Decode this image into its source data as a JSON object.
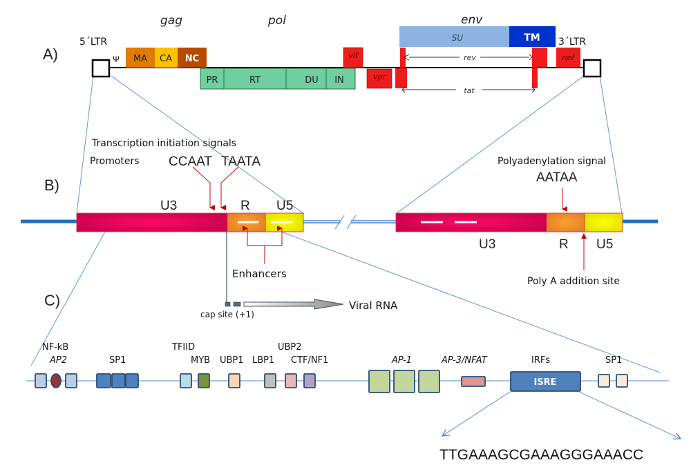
{
  "panels": {
    "a": "A)",
    "b": "B)",
    "c": "C)"
  },
  "genome": {
    "ltr5": "5´LTR",
    "ltr3": "3´LTR",
    "psi": "Ψ",
    "gene_labels": {
      "gag": "gag",
      "pol": "pol",
      "env": "env"
    },
    "gag_domains": [
      {
        "label": "MA",
        "color": "#e07a00"
      },
      {
        "label": "CA",
        "color": "#ffc000"
      },
      {
        "label": "NC",
        "color": "#b84a00"
      }
    ],
    "pol_domains": [
      {
        "label": "PR",
        "color": "#6fcf9f"
      },
      {
        "label": "RT",
        "color": "#6fcf9f"
      },
      {
        "label": "DU",
        "color": "#6fcf9f"
      },
      {
        "label": "IN",
        "color": "#6fcf9f"
      }
    ],
    "accessory": {
      "vif": "vif",
      "vpr": "vpr",
      "nef": "nef",
      "rev": "rev",
      "tat": "tat"
    },
    "env_domains": [
      {
        "label": "SU",
        "color": "#8db3e2"
      },
      {
        "label": "TM",
        "color": "#0033cc"
      }
    ],
    "accessory_color": "#ee1c1c"
  },
  "ltr": {
    "left": {
      "u3": "U3",
      "r": "R",
      "u5": "U5",
      "transcription_label": "Transcription initiation signals",
      "promoters_label": "Promoters",
      "ccaat": "CCAAT",
      "taata": "TAATA",
      "enhancers": "Enhancers",
      "cap_site": "cap site (+1)",
      "viral_rna": "Viral RNA"
    },
    "right": {
      "u3": "U3",
      "r": "R",
      "u5": "U5",
      "polyadenylation_label": "Polyadenylation signal",
      "aataa": "AATAA",
      "poly_a_site": "Poly A addition site"
    },
    "colors": {
      "u3": "#d4004f",
      "r": "#f0902c",
      "u5": "#f0f000",
      "dna": "#1f6fc0"
    }
  },
  "u3_elements": {
    "labels": {
      "nfkb": "NF-kB",
      "ap2": "AP2",
      "sp1_a": "SP1",
      "tfiid": "TFIID",
      "myb": "MYB",
      "ubp1": "UBP1",
      "lbp1": "LBP1",
      "ubp2": "UBP2",
      "ctf": "CTF/NF1",
      "ap1": "AP-1",
      "ap3": "AP-3/NFAT",
      "irfs": "IRFs",
      "isre": "ISRE",
      "sp1_b": "SP1"
    },
    "colors": {
      "nfkb": "#b9cde5",
      "ap2": "#953735",
      "sp1": "#4f81bd",
      "tfiid": "#b7dee8",
      "myb": "#77933c",
      "ubp1": "#fcd5b5",
      "lbp1": "#bfbfbf",
      "ubp2": "#e6b9b8",
      "ctf": "#b3a2c7",
      "ap1": "#c3d69b",
      "ap3": "#d99694",
      "isre": "#4f81bd",
      "sp1b": "#fde9d9"
    },
    "isre_sequence": "TTGAAAGCGAAAGGGAAACC"
  }
}
